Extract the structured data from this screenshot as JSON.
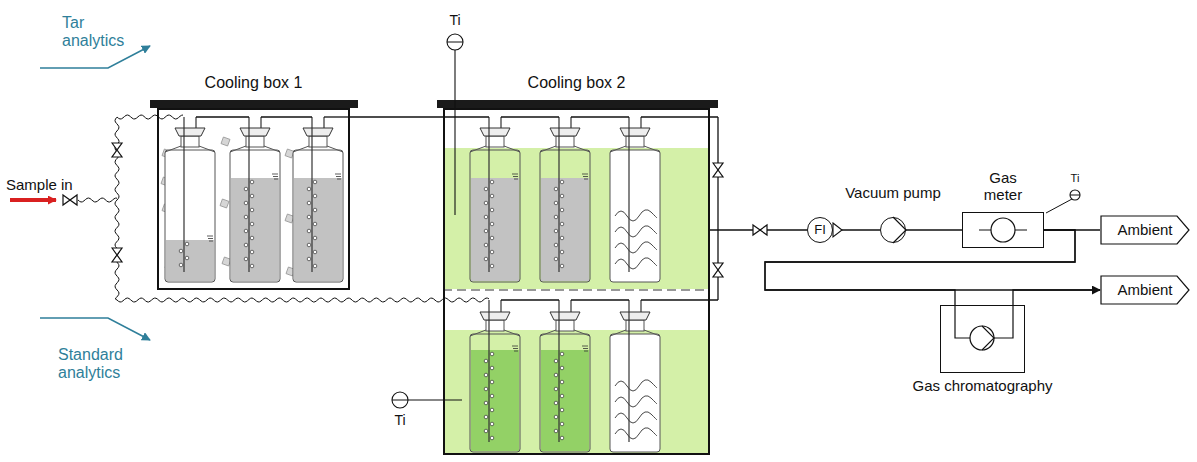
{
  "diagram": {
    "nodes": [
      {
        "text": [
          "Cooling box 1"
        ]
      },
      {
        "text": [
          "Cooling box 2"
        ]
      },
      {
        "text": [
          "FI"
        ]
      },
      {
        "text": [
          "Vacuum pump"
        ]
      },
      {
        "text": [
          "Gas meter"
        ]
      },
      {
        "text": [
          "Ambient"
        ]
      },
      {
        "text": [
          "Ambient"
        ]
      },
      {
        "text": [
          "Gas chromatography"
        ]
      }
    ],
    "edges": [
      {
        "from": 0,
        "to": 1,
        "arrow": "none"
      },
      {
        "from": 1,
        "to": 2,
        "arrow": "none"
      },
      {
        "from": 2,
        "to": 3,
        "arrow": "none"
      },
      {
        "from": 3,
        "to": 4,
        "arrow": "none"
      },
      {
        "from": 4,
        "to": 5,
        "arrow": "none"
      },
      {
        "from": 4,
        "to": 6,
        "arrow": "none"
      },
      {
        "from": 4,
        "to": 7,
        "arrow": "none"
      },
      {
        "from": 7,
        "to": 6,
        "arrow": "to"
      }
    ],
    "labels": [
      "Tar analytics",
      "Sample in",
      "Standard analytics",
      "Ti",
      "Ti",
      "Ti"
    ]
  }
}
